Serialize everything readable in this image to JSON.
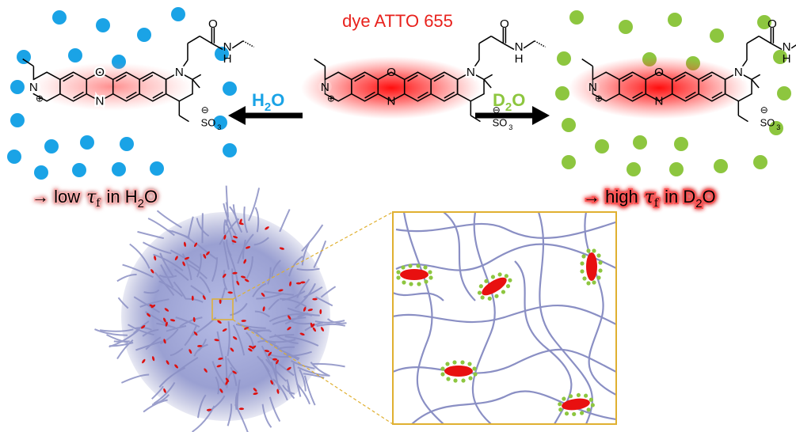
{
  "title": "dye ATTO 655",
  "arrows": {
    "left": {
      "label_main": "H",
      "label_sub": "2",
      "label_tail": "O"
    },
    "right": {
      "label_main": "D",
      "label_sub": "2",
      "label_tail": "O"
    }
  },
  "results": {
    "left": {
      "prefix": "→ low",
      "tau": "τ",
      "tau_sub": "f",
      "middle": "in H",
      "sub": "2",
      "tail": "O"
    },
    "right": {
      "prefix": "→ high",
      "tau": "τ",
      "tau_sub": "f",
      "middle": "in D",
      "sub": "2",
      "tail": "O"
    }
  },
  "molecule_labels": {
    "oxygen": "O",
    "nitrogen": "N",
    "amide_nh": "H",
    "sulfonate": "SO",
    "sulfonate_sub": "3",
    "cation": "⊕",
    "anion": "⊖"
  },
  "colors": {
    "title_red": "#e8211c",
    "water_blue": "#1aa3e6",
    "d2o_green": "#8dc63f",
    "glow_red": "#ff1a1a",
    "fiber": "#8a8fc4",
    "inset_border": "#e0b030"
  },
  "icons": [
    "reaction-arrow-icon",
    "polymer-particle-icon",
    "zoom-box-icon"
  ]
}
